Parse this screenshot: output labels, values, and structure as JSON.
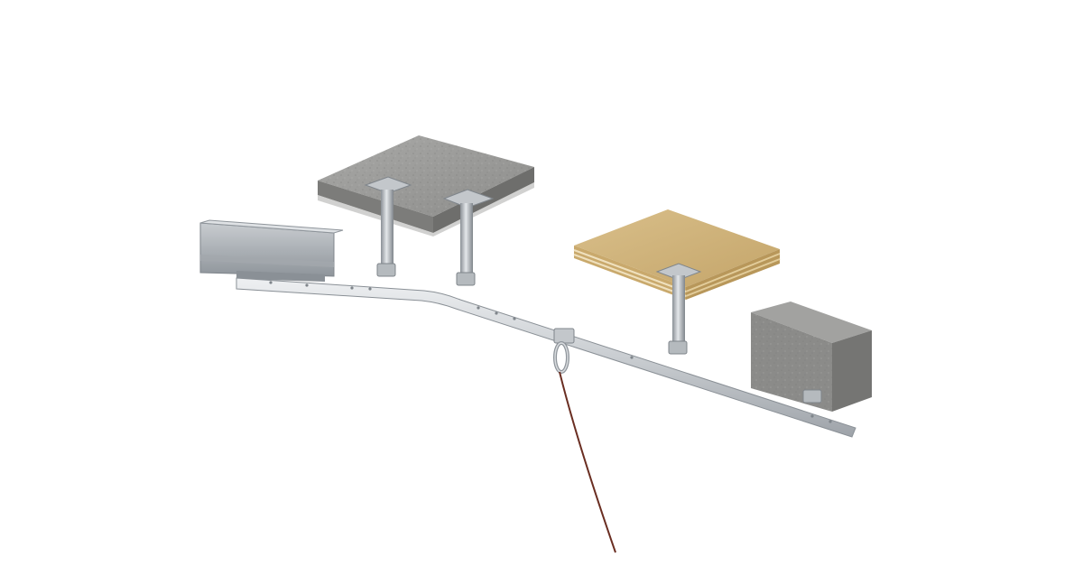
{
  "scene": {
    "background_color": "#ffffff",
    "objects": [
      "steel-i-beam",
      "concrete-slab-with-two-posts",
      "clt-timber-panel-with-post",
      "concrete-block",
      "aluminium-rail",
      "carabiner-trolley",
      "lanyard-rope"
    ]
  },
  "colors": {
    "rail": "#d3d6d9",
    "rail_shadow": "#9a9fa5",
    "concrete": "#9c9c9a",
    "concrete_dark": "#6e6e6c",
    "timber": "#cfb27a",
    "timber_layer": "#e6d3a6",
    "steel": "#b8bcc0",
    "steel_dark": "#7f858b",
    "rope": "#6a2e22"
  }
}
